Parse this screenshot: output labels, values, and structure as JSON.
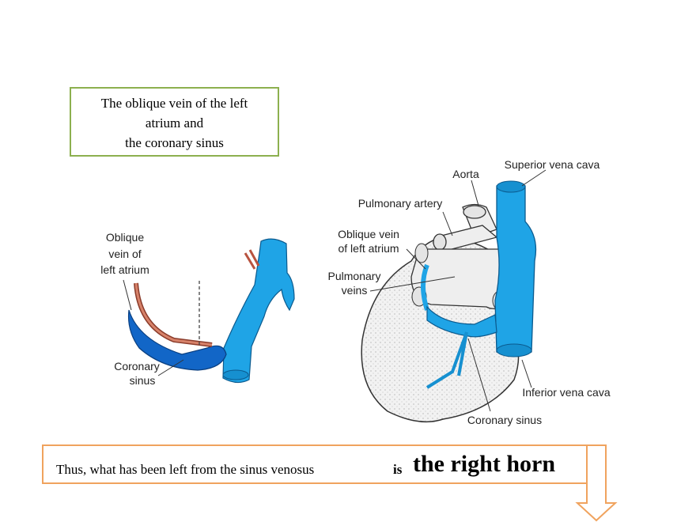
{
  "title_box": {
    "lines": [
      "The oblique vein of the left",
      "atrium and",
      "the coronary sinus"
    ]
  },
  "left_figure": {
    "labels": {
      "oblique_vein": [
        "Oblique",
        "vein of",
        "left atrium"
      ],
      "coronary_sinus": [
        "Coronary",
        "sinus"
      ]
    }
  },
  "right_figure": {
    "labels": {
      "aorta": "Aorta",
      "superior_vena_cava": "Superior vena cava",
      "pulmonary_artery": "Pulmonary artery",
      "oblique_vein": [
        "Oblique vein",
        "of left atrium"
      ],
      "pulmonary_veins": [
        "Pulmonary",
        "veins"
      ],
      "inferior_vena_cava": "Inferior vena cava",
      "coronary_sinus": "Coronary sinus"
    }
  },
  "bottom_box": {
    "part1": "Thus, what has been left from the sinus venosus",
    "part2": "is",
    "part3": "the right horn"
  },
  "colors": {
    "vein_blue": "#1fa4e6",
    "dark_blue": "#1266c7",
    "orange": "#f0a35e",
    "green": "#8cb04f"
  }
}
